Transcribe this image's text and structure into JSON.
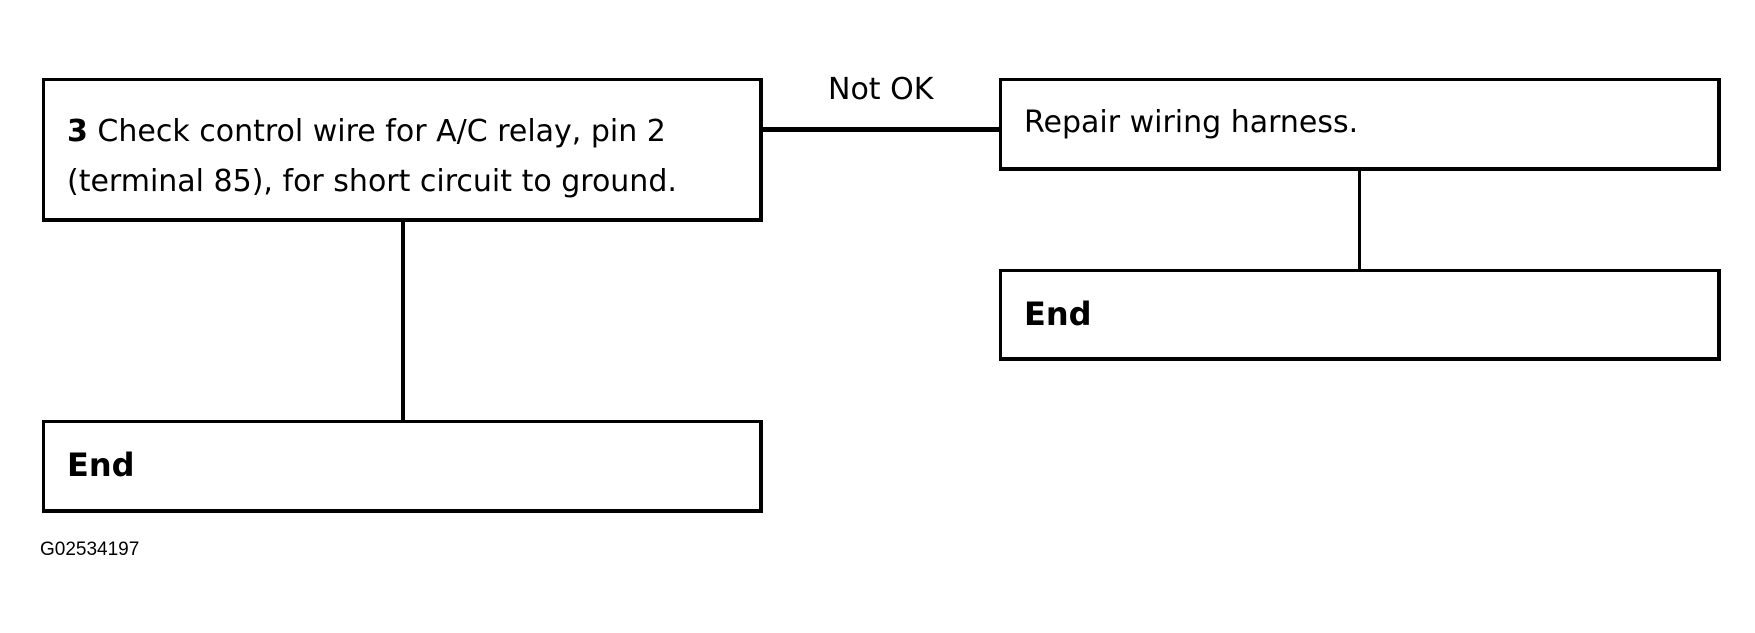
{
  "step3": {
    "number": "3",
    "line1": " Check control wire for A/C relay, pin 2",
    "line2": "(terminal 85), for short circuit to ground."
  },
  "end_left": {
    "label": "End"
  },
  "branch": {
    "label": "Not OK"
  },
  "repair": {
    "label": "Repair wiring harness."
  },
  "end_right": {
    "label": "End"
  },
  "figure": {
    "id": "G02534197"
  }
}
